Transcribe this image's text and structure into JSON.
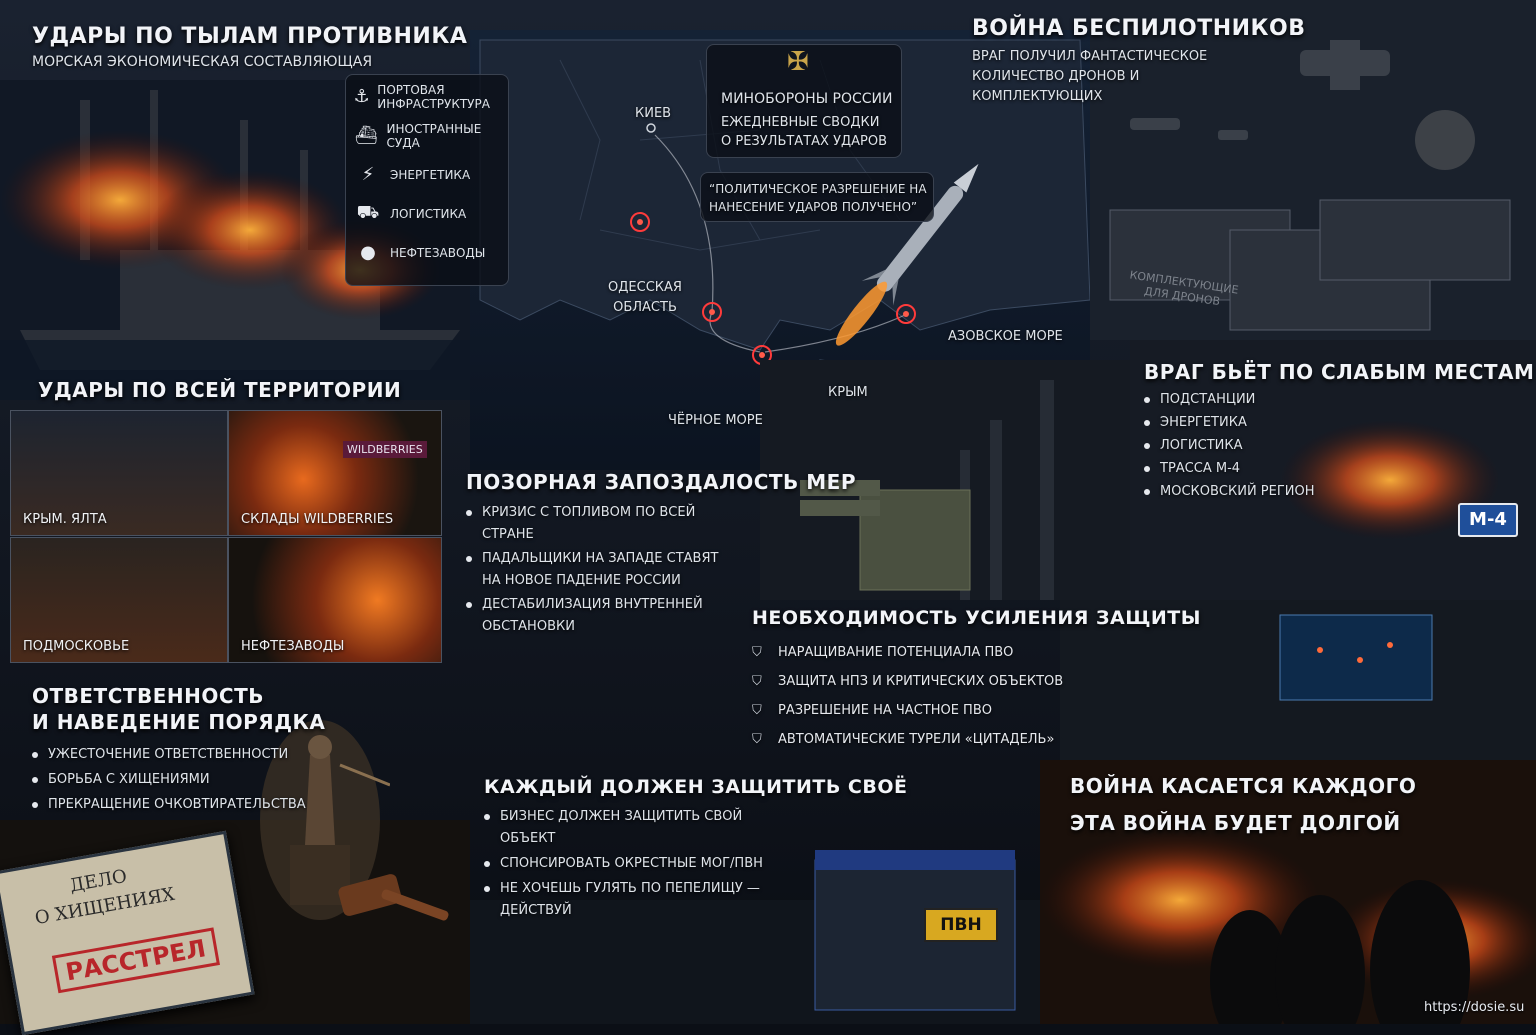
{
  "rear": {
    "title": "УДАРЫ ПО ТЫЛАМ ПРОТИВНИКА",
    "subtitle": "МОРСКАЯ ЭКОНОМИЧЕСКАЯ СОСТАВЛЯЮЩАЯ",
    "items": [
      {
        "icon": "anchor-icon",
        "label": "ПОРТОВАЯ ИНФРАСТРУКТУРА"
      },
      {
        "icon": "ship-icon",
        "label": "ИНОСТРАННЫЕ СУДА"
      },
      {
        "icon": "lightning-icon",
        "label": "ЭНЕРГЕТИКА"
      },
      {
        "icon": "truck-icon",
        "label": "ЛОГИСТИКА"
      },
      {
        "icon": "oil-drop-icon",
        "label": "НЕФТЕЗАВОДЫ"
      }
    ]
  },
  "map": {
    "mod_title": "МИНОБОРОНЫ РОССИИ",
    "mod_subtitle": "ЕЖЕДНЕВНЫЕ СВОДКИ О РЕЗУЛЬТАТАХ УДАРОВ",
    "quote": "“ПОЛИТИЧЕСКОЕ РАЗРЕШЕНИЕ НА НАНЕСЕНИЕ УДАРОВ ПОЛУЧЕНО”",
    "labels": {
      "kiev": "КИЕВ",
      "odessa": "ОДЕССКАЯ ОБЛАСТЬ",
      "black_sea": "ЧЁРНОЕ МОРЕ",
      "crimea": "КРЫМ",
      "azov": "АЗОВСКОЕ МОРЕ"
    }
  },
  "drones": {
    "title": "ВОЙНА БЕСПИЛОТНИКОВ",
    "text": "ВРАГ ПОЛУЧИЛ ФАНТАСТИЧЕСКОЕ КОЛИЧЕСТВО ДРОНОВ И КОМПЛЕКТУЮЩИХ",
    "box_label": "КОМПЛЕКТУЮЩИЕ ДЛЯ ДРОНОВ"
  },
  "territory": {
    "title": "УДАРЫ ПО ВСЕЙ ТЕРРИТОРИИ",
    "tiles": [
      "КРЫМ. ЯЛТА",
      "СКЛАДЫ WILDBERRIES",
      "ПОДМОСКОВЬЕ",
      "НЕФТЕЗАВОДЫ"
    ],
    "sign": "WILDBERRIES"
  },
  "weak": {
    "title": "ВРАГ БЬЁТ ПО СЛАБЫМ МЕСТАМ",
    "items": [
      "ПОДСТАНЦИИ",
      "ЭНЕРГЕТИКА",
      "ЛОГИСТИКА",
      "ТРАССА М-4",
      "МОСКОВСКИЙ РЕГИОН"
    ],
    "road_sign": "М-4"
  },
  "delay": {
    "title": "ПОЗОРНАЯ ЗАПОЗДАЛОСТЬ МЕР",
    "items": [
      "КРИЗИС С ТОПЛИВОМ ПО ВСЕЙ СТРАНЕ",
      "ПАДАЛЬЩИКИ НА ЗАПАДЕ СТАВЯТ НА НОВОЕ ПАДЕНИЕ РОССИИ",
      "ДЕСТАБИЛИЗАЦИЯ ВНУТРЕННЕЙ ОБСТАНОВКИ"
    ]
  },
  "defense": {
    "title": "НЕОБХОДИМОСТЬ УСИЛЕНИЯ ЗАЩИТЫ",
    "items": [
      "НАРАЩИВАНИЕ ПОТЕНЦИАЛА ПВО",
      "ЗАЩИТА НПЗ И КРИТИЧЕСКИХ ОБЪЕКТОВ",
      "РАЗРЕШЕНИЕ НА ЧАСТНОЕ ПВО",
      "АВТОМАТИЧЕСКИЕ ТУРЕЛИ «ЦИТАДЕЛЬ»"
    ]
  },
  "responsibility": {
    "title_line1": "ОТВЕТСТВЕННОСТЬ",
    "title_line2": "И НАВЕДЕНИЕ ПОРЯДКА",
    "items": [
      "УЖЕСТОЧЕНИЕ ОТВЕТСТВЕННОСТИ",
      "БОРЬБА С ХИЩЕНИЯМИ",
      "ПРЕКРАЩЕНИЕ ОЧКОВТИРАТЕЛЬСТВА"
    ],
    "folder_line1": "ДЕЛО",
    "folder_line2": "О ХИЩЕНИЯХ",
    "stamp": "РАССТРЕЛ"
  },
  "protect": {
    "title": "КАЖДЫЙ ДОЛЖЕН ЗАЩИТИТЬ СВОЁ",
    "items": [
      "БИЗНЕС ДОЛЖЕН ЗАЩИТИТЬ СВОЙ ОБЪЕКТ",
      "СПОНСИРОВАТЬ ОКРЕСТНЫЕ МОГ/ПВН",
      "НЕ ХОЧЕШЬ ГУЛЯТЬ ПО ПЕПЕЛИЩУ — ДЕЙСТВУЙ"
    ],
    "booth_sign": "ПВН"
  },
  "long_war": {
    "line1": "ВОЙНА КАСАЕТСЯ КАЖДОГО",
    "line2": "ЭТА ВОЙНА БУДЕТ ДОЛГОЙ"
  },
  "watermark": "https://dosie.su"
}
